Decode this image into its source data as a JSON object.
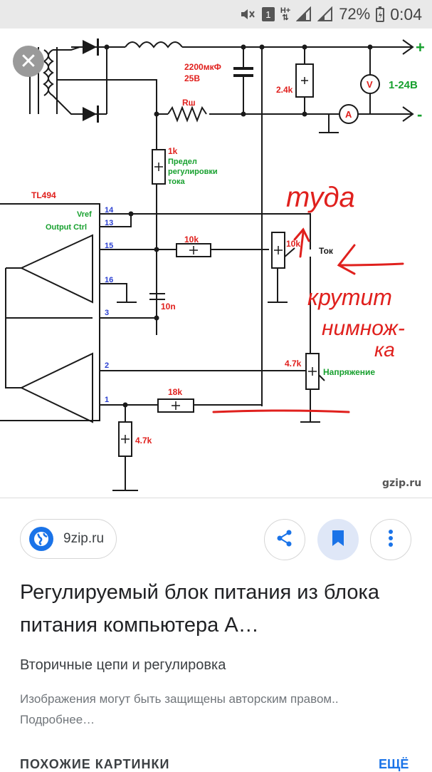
{
  "status_bar": {
    "sim_badge": "1",
    "network": "H+",
    "battery_percent": "72%",
    "time": "0:04"
  },
  "viewer": {
    "close_icon": "close-icon",
    "watermark": "gzip.ru",
    "schematic": {
      "output_plus": "+",
      "output_minus": "-",
      "output_range": "1-24В",
      "capacitor": "2200мкФ",
      "capacitor_voltage": "25В",
      "shunt": "Rш",
      "r_2_4k": "2.4k",
      "voltmeter": "V",
      "ammeter": "A",
      "r_1k": "1k",
      "current_limit_1": "Предел",
      "current_limit_2": "регулировки",
      "current_limit_3": "тока",
      "chip_name": "TL494",
      "vref": "Vref",
      "output_ctrl": "Output Ctrl",
      "pin14": "14",
      "pin13": "13",
      "pin15": "15",
      "pin16": "16",
      "pin3": "3",
      "pin2": "2",
      "pin1": "1",
      "r_10k_a": "10k",
      "r_10k_b": "10k",
      "tok_label": "Ток",
      "cap_10n": "10n",
      "r_4_7k_a": "4.7k",
      "voltage_label": "Напряжение",
      "r_18k": "18k",
      "r_4_7k_b": "4.7k",
      "handwriting_1": "туда",
      "handwriting_2": "крутит",
      "handwriting_3": "нимнож-",
      "handwriting_4": "ка"
    }
  },
  "source_chip": {
    "icon": "globe-icon",
    "label": "9zip.ru"
  },
  "actions": {
    "share_icon": "share-icon",
    "bookmark_icon": "bookmark-icon",
    "more_icon": "more-vert-icon"
  },
  "result": {
    "title": "Регулируемый блок питания из блока питания компьютера А…",
    "subtitle": "Вторичные цепи и регулировка",
    "copyright": "Изображения могут быть защищены авторским правом.. Подробнее…"
  },
  "similar_section": {
    "heading": "ПОХОЖИЕ КАРТИНКИ",
    "more_link": "ЕЩЁ"
  },
  "colors": {
    "accent": "#1a73e8",
    "schematic_red": "#e0201d",
    "schematic_green": "#17a02e",
    "schematic_blue": "#2a3fd1"
  }
}
